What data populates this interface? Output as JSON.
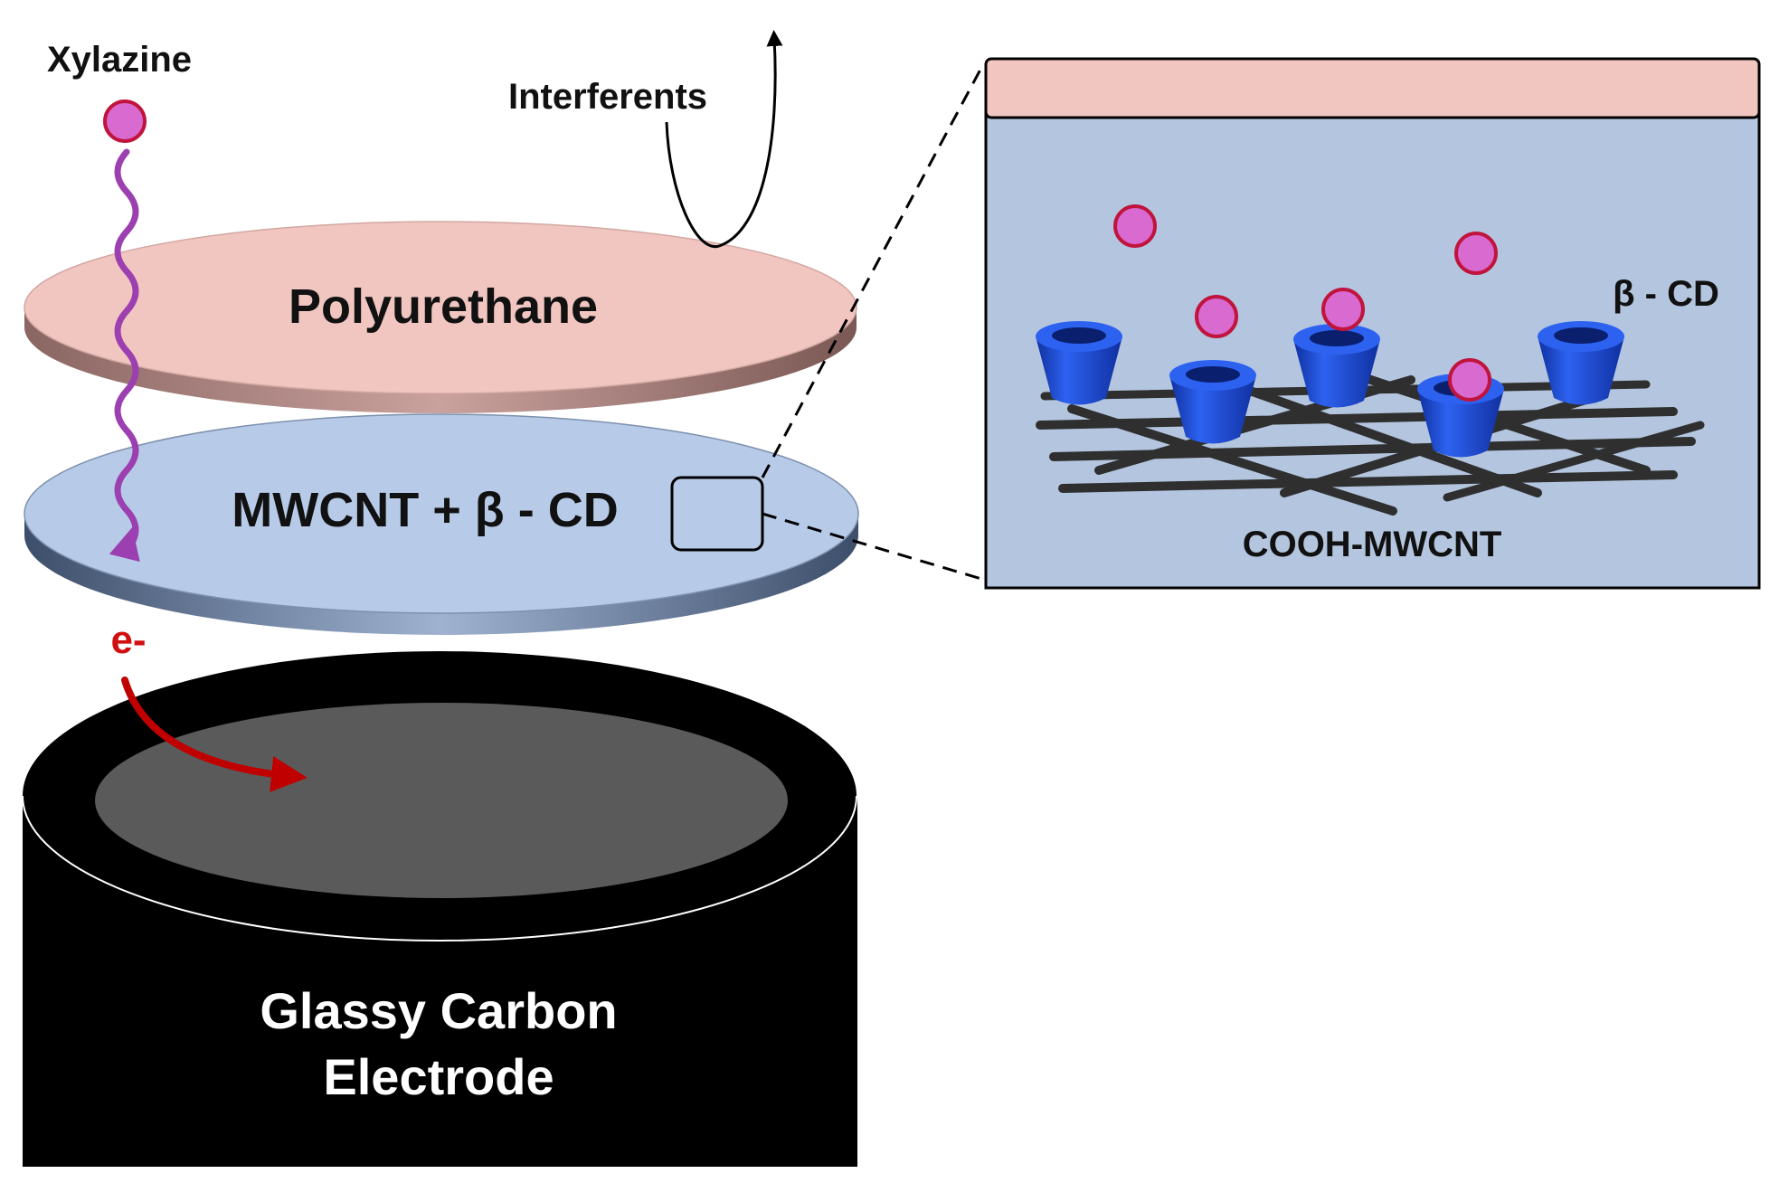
{
  "labels": {
    "analyte": "Xylazine",
    "interferents": "Interferents",
    "outer_membrane": "Polyurethane",
    "sensing_layer": "MWCNT + β - CD",
    "electron": "e-",
    "electrode_line1": "Glassy Carbon",
    "electrode_line2": "Electrode",
    "inset_cyclodextrin": "β - CD",
    "inset_nanotube": "COOH-MWCNT"
  },
  "colors": {
    "analyte_fill": "#d86ad0",
    "analyte_stroke": "#c0143c",
    "path_arrow": "#9c3fb0",
    "electron_arrow": "#c00000",
    "polyurethane": "#f2c6c0",
    "polyurethane_edge": "#b08682",
    "sensing_layer": "#b7cbe8",
    "sensing_layer_edge": "#586c8c",
    "electrode_body": "#000000",
    "electrode_top": "#5a5a5a",
    "cyclodextrin": "#1e4fd8",
    "nanotube": "#2f2f2f",
    "inset_background": "#b4c6df"
  }
}
